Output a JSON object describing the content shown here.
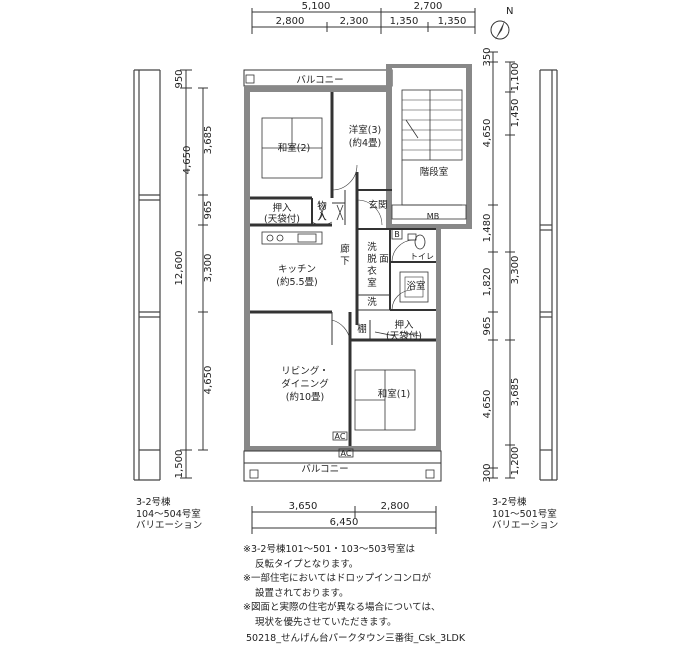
{
  "dimensions": {
    "top_total_left": "5,100",
    "top_total_right": "2,700",
    "top_segments": [
      "2,800",
      "2,300",
      "1,350",
      "1,350"
    ],
    "left_outer": [
      "950",
      "12,600",
      "1,500"
    ],
    "left_inner": [
      "3,685",
      "965",
      "3,300",
      "4,650"
    ],
    "left_inner_big": "4,650",
    "right_outer": [
      "350",
      "4,650",
      "1,480",
      "1,820",
      "965",
      "4,650",
      "300"
    ],
    "right_inner": [
      "1,100",
      "1,450",
      "3,300",
      "3,685",
      "1,200"
    ],
    "bottom_segments": [
      "3,650",
      "2,800"
    ],
    "bottom_total": "6,450"
  },
  "rooms": {
    "balcony_top": "バルコニー",
    "washitsu2": "和室(2)",
    "youshitsu3_a": "洋室(3)",
    "youshitsu3_b": "(約4畳)",
    "stairs": "階段室",
    "oshiire1_a": "押入",
    "oshiire1_b": "(天袋付)",
    "monoire_a": "物",
    "monoire_b": "入",
    "genkan": "玄関",
    "mb": "MB",
    "b_mark": "B",
    "kitchen_a": "キッチン",
    "kitchen_b": "(約5.5畳)",
    "rouka_a": "廊",
    "rouka_b": "下",
    "senmen_a": "洗",
    "senmen_b": "面",
    "senmen_c": "脱",
    "senmen_d": "衣",
    "senmen_e": "室",
    "toilet": "トイレ",
    "yokushitsu": "浴室",
    "sen": "洗",
    "tana": "棚",
    "oshiire2_a": "押入",
    "oshiire2_b": "(天袋付)",
    "living_a": "リビング・",
    "living_b": "ダイニング",
    "living_c": "(約10畳)",
    "washitsu1": "和室(1)",
    "ac1": "AC",
    "ac2": "AC",
    "balcony_bottom": "バルコニー"
  },
  "left_caption": [
    "3-2号棟",
    "104〜504号室",
    "バリエーション"
  ],
  "right_caption": [
    "3-2号棟",
    "101〜501号室",
    "バリエーション"
  ],
  "notes": [
    "※3-2号棟101〜501・103〜503号室は",
    "反転タイプとなります。",
    "※一部住宅においてはドロップインコンロが",
    "設置されております。",
    "※図面と実際の住宅が異なる場合については、",
    "現状を優先させていただきます。"
  ],
  "footer": "50218_せんげん台パークタウン三番街_Csk_3LDK",
  "compass_label": "N"
}
